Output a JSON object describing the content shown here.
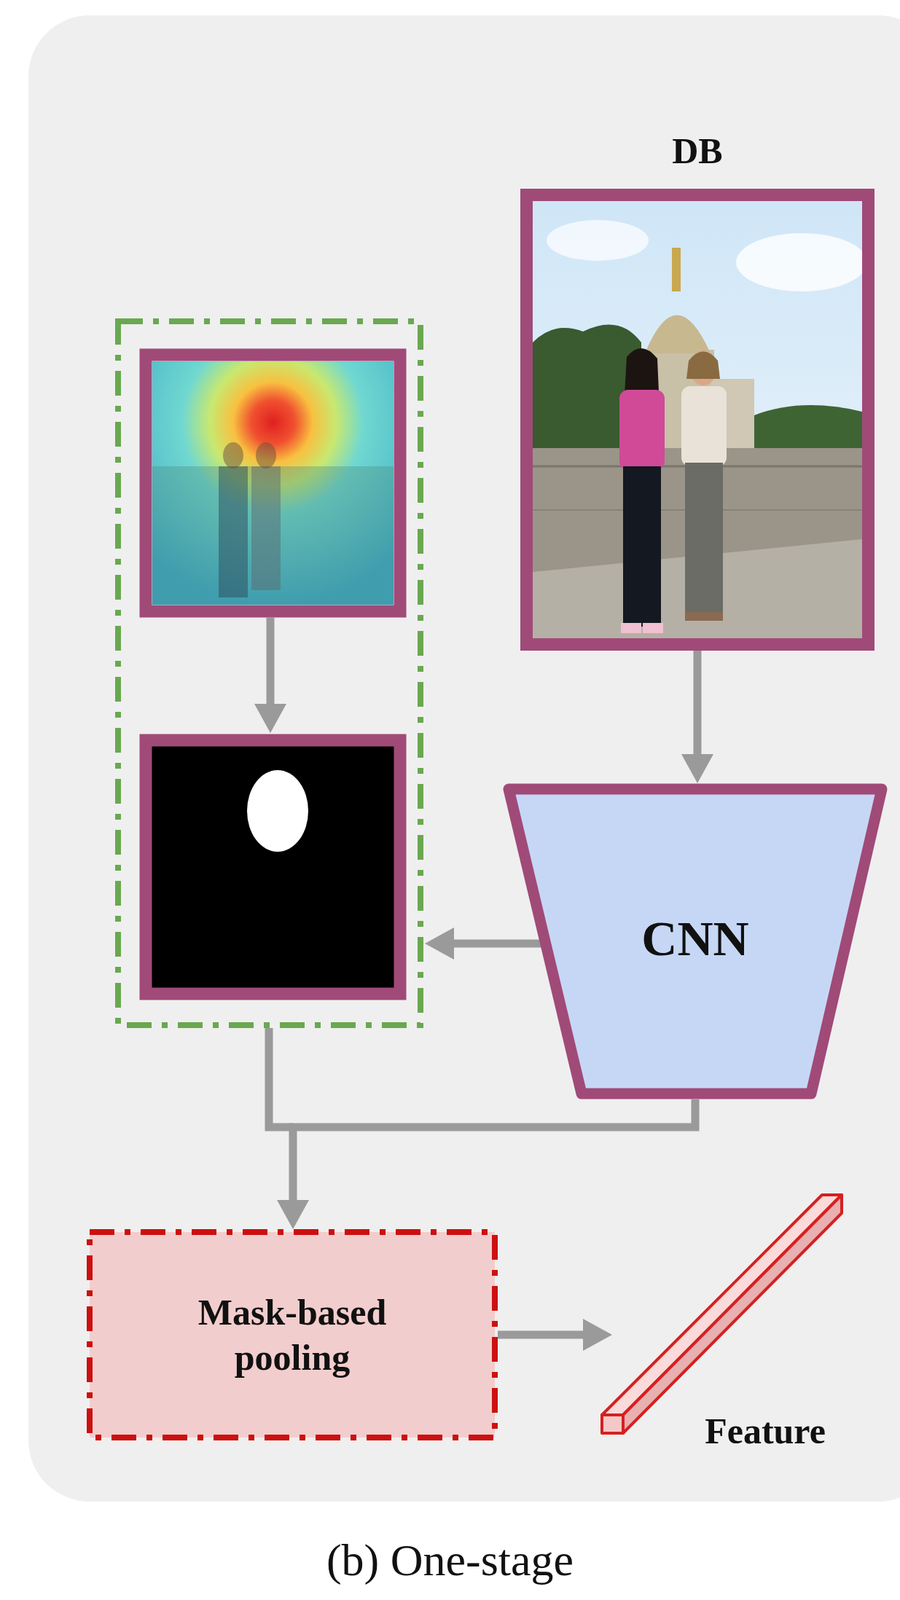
{
  "diagram": {
    "caption": "(b) One-stage",
    "nodes": [
      {
        "text": [
          "DB"
        ]
      },
      {
        "text": [
          "CNN"
        ]
      },
      {
        "text": [
          "Mask-based pooling"
        ]
      },
      {
        "text": [
          "Feature"
        ]
      }
    ],
    "edges": [
      {
        "from": 0,
        "to": 1,
        "arrow": "to"
      },
      {
        "from": 1,
        "to": 2,
        "arrow": "to"
      },
      {
        "from": 2,
        "to": 3,
        "arrow": "to"
      }
    ]
  }
}
